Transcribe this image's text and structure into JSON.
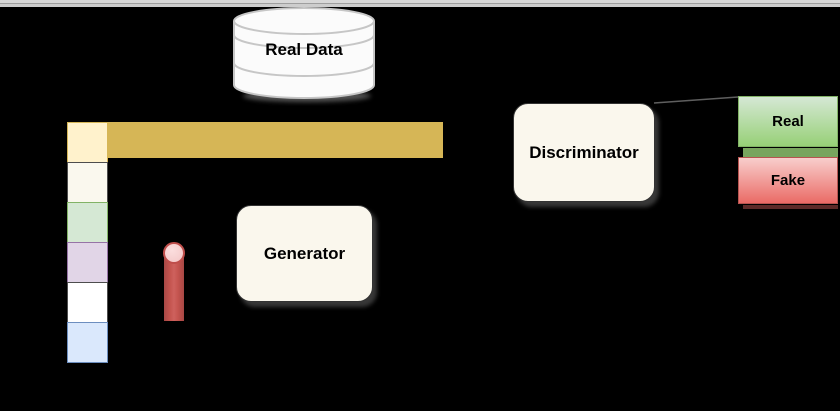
{
  "diagram": {
    "type": "gan-architecture",
    "background_color": "#000000",
    "real_data_store": {
      "label": "Real Data",
      "shape": "database-cylinder",
      "fill": "#FBFBFB",
      "stroke": "#C6C6C6",
      "text_color": "#000000"
    },
    "generator_node": {
      "label": "Generator",
      "shape": "rounded-rectangle",
      "fill": "#FAF7ED",
      "stroke": "#333333",
      "text_color": "#000000"
    },
    "discriminator_node": {
      "label": "Discriminator",
      "shape": "rounded-rectangle",
      "fill": "#FAF7ED",
      "stroke": "#333333",
      "text_color": "#000000"
    },
    "real_output": {
      "label": "Real",
      "fill_gradient_top": "#D5E8D4",
      "fill_gradient_bottom": "#97D077",
      "stroke": "#82B366",
      "text_color": "#000000"
    },
    "fake_output": {
      "label": "Fake",
      "fill_gradient_top": "#F8CECC",
      "fill_gradient_bottom": "#EA6B66",
      "stroke": "#B85450",
      "text_color": "#000000"
    },
    "data_bar": {
      "fill": "#D6B656"
    },
    "noise_vector": {
      "cells": [
        {
          "fill": "#FFF2CC",
          "stroke": "#D6B656"
        },
        {
          "fill": "#FAF8EE",
          "stroke": "#4D4D4D"
        },
        {
          "fill": "#D5E8D4",
          "stroke": "#82B366"
        },
        {
          "fill": "#E1D5E7",
          "stroke": "#9673A6"
        },
        {
          "fill": "#FFFFFF",
          "stroke": "#4D4D4D"
        },
        {
          "fill": "#DAE8FC",
          "stroke": "#6C8EBF"
        }
      ]
    },
    "latent_pin": {
      "rod_fill": "#C0504D",
      "ball_fill": "#F8D6D6",
      "ball_stroke": "#BF4E4B"
    },
    "connector": {
      "stroke": "#5F5F5F"
    },
    "top_edge": {
      "stripe_color_1": "#D8D8D8",
      "stripe_color_2": "#CDCDCD"
    }
  }
}
